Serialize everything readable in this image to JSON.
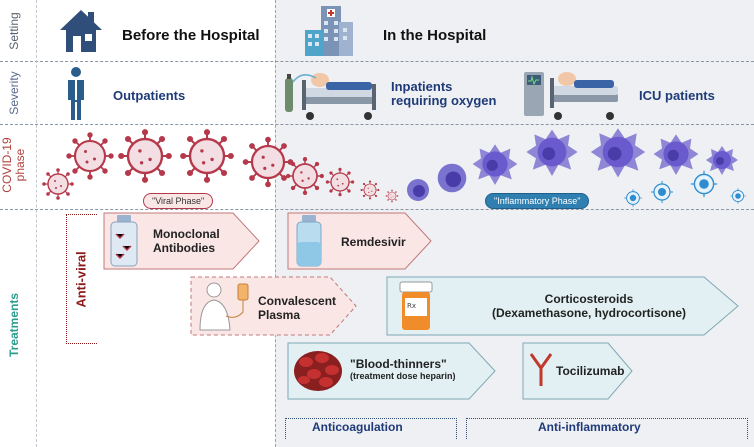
{
  "rows": {
    "setting": "Setting",
    "severity": "Severity",
    "phase_line1": "COVID-19",
    "phase_line2": "phase",
    "treatments": "Treatments"
  },
  "setting": {
    "before": "Before the Hospital",
    "in": "In the Hospital"
  },
  "severity": {
    "outpatients": "Outpatients",
    "inpatients_line1": "Inpatients",
    "inpatients_line2": "requiring oxygen",
    "icu": "ICU patients"
  },
  "phase": {
    "viral": "\"Viral Phase\"",
    "inflammatory": "\"Inflammatory Phase\""
  },
  "treatments": {
    "antiviral": "Anti-viral",
    "mab_line1": "Monoclonal",
    "mab_line2": "Antibodies",
    "remdesivir": "Remdesivir",
    "plasma_line1": "Convalescent",
    "plasma_line2": "Plasma",
    "cortico_line1": "Corticosteroids",
    "cortico_line2": "(Dexamethasone, hydrocortisone)",
    "blood_line1": "\"Blood-thinners\"",
    "blood_line2": "(treatment dose heparin)",
    "tocilizumab": "Tocilizumab",
    "anticoagulation": "Anticoagulation",
    "antiinflammatory": "Anti-inflammatory"
  },
  "colors": {
    "setting_row": "#5a6270",
    "severity_row": "#5a6a8a",
    "phase_row": "#b0413e",
    "treatments_row": "#2a9d8f",
    "navy": "#1f3a78",
    "virus": "#b5394a",
    "immune": "#6a5acd",
    "antiviral_box": "#fbe6e6",
    "antiinflammatory_box": "#e2f0f3"
  }
}
